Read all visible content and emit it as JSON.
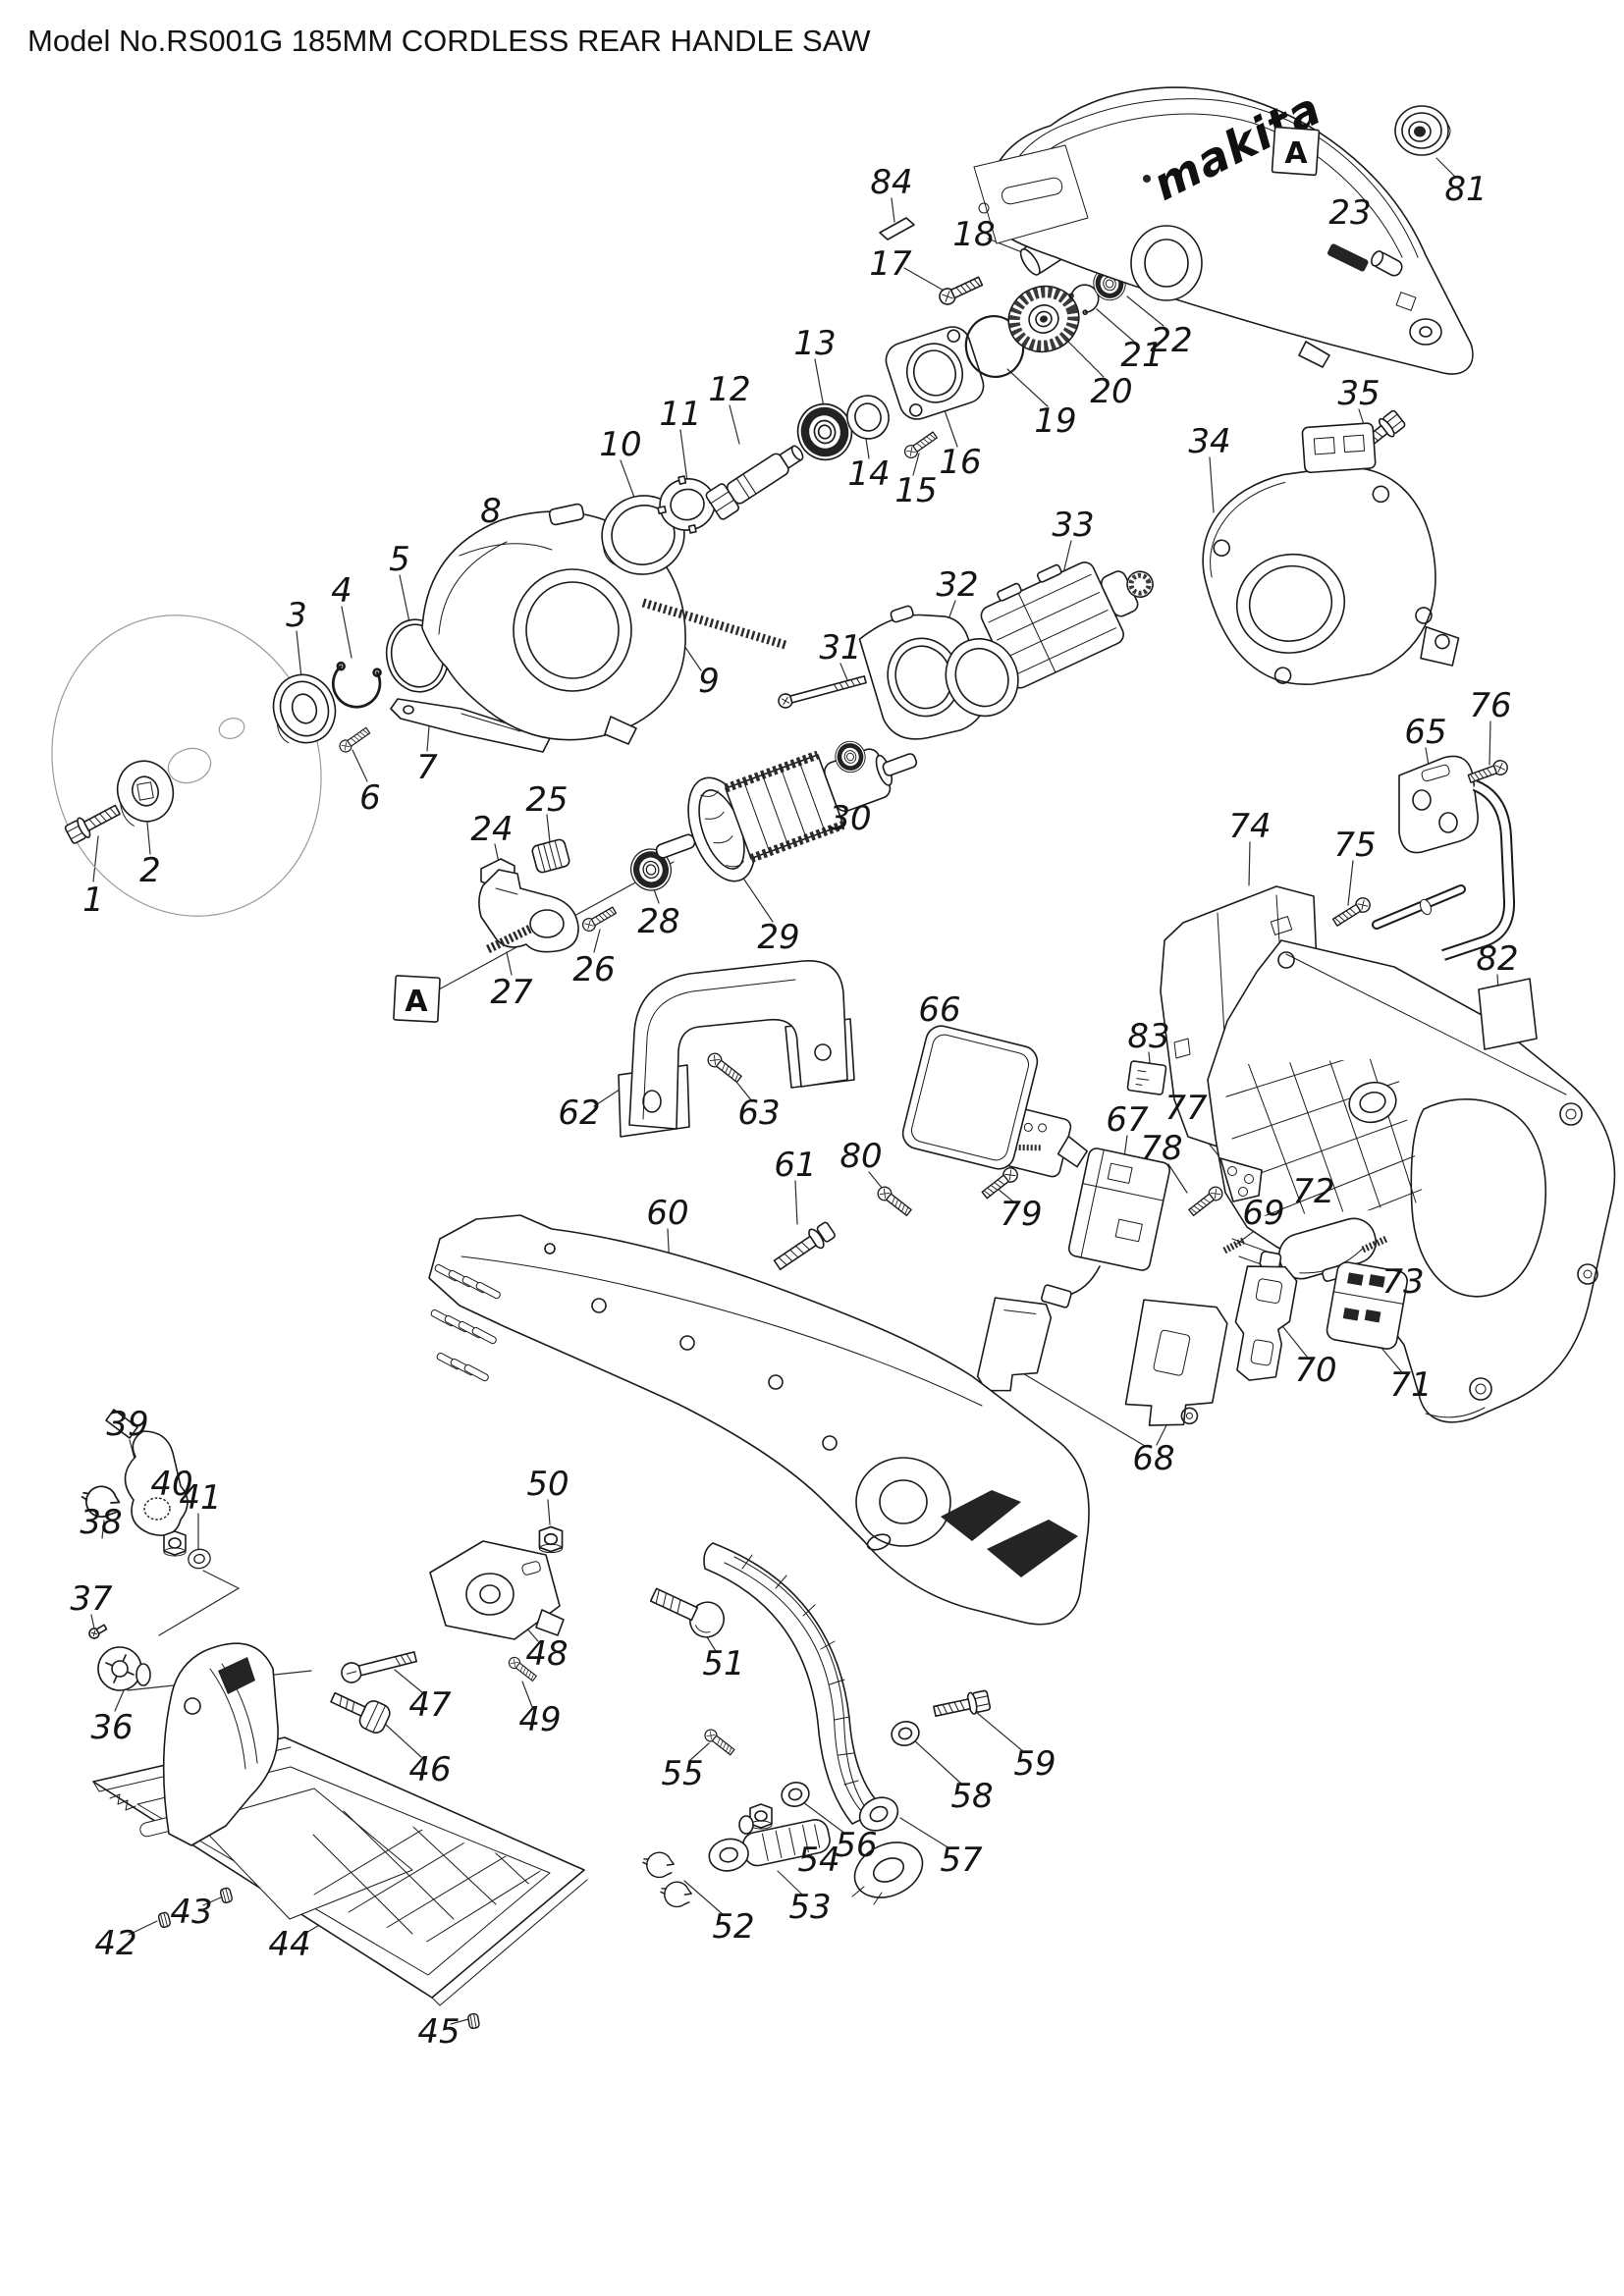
{
  "title": "Model No.RS001G 185MM CORDLESS REAR HANDLE SAW",
  "brand_logo": "makita",
  "detail_markers": {
    "a_top": "A",
    "a_mid": "A"
  },
  "part_labels": [
    {
      "n": "1"
    },
    {
      "n": "2"
    },
    {
      "n": "3"
    },
    {
      "n": "4"
    },
    {
      "n": "5"
    },
    {
      "n": "6"
    },
    {
      "n": "7"
    },
    {
      "n": "8"
    },
    {
      "n": "9"
    },
    {
      "n": "10"
    },
    {
      "n": "11"
    },
    {
      "n": "12"
    },
    {
      "n": "13"
    },
    {
      "n": "14"
    },
    {
      "n": "15"
    },
    {
      "n": "16"
    },
    {
      "n": "17"
    },
    {
      "n": "18"
    },
    {
      "n": "19"
    },
    {
      "n": "20"
    },
    {
      "n": "21"
    },
    {
      "n": "22"
    },
    {
      "n": "23"
    },
    {
      "n": "24"
    },
    {
      "n": "25"
    },
    {
      "n": "26"
    },
    {
      "n": "27"
    },
    {
      "n": "28"
    },
    {
      "n": "29"
    },
    {
      "n": "30"
    },
    {
      "n": "31"
    },
    {
      "n": "32"
    },
    {
      "n": "33"
    },
    {
      "n": "34"
    },
    {
      "n": "35"
    },
    {
      "n": "36"
    },
    {
      "n": "37"
    },
    {
      "n": "38"
    },
    {
      "n": "39"
    },
    {
      "n": "40"
    },
    {
      "n": "41"
    },
    {
      "n": "42"
    },
    {
      "n": "43"
    },
    {
      "n": "44"
    },
    {
      "n": "45"
    },
    {
      "n": "46"
    },
    {
      "n": "47"
    },
    {
      "n": "48"
    },
    {
      "n": "49"
    },
    {
      "n": "50"
    },
    {
      "n": "51"
    },
    {
      "n": "52"
    },
    {
      "n": "53"
    },
    {
      "n": "54"
    },
    {
      "n": "55"
    },
    {
      "n": "56"
    },
    {
      "n": "57"
    },
    {
      "n": "58"
    },
    {
      "n": "59"
    },
    {
      "n": "60"
    },
    {
      "n": "61"
    },
    {
      "n": "62"
    },
    {
      "n": "63"
    },
    {
      "n": "65"
    },
    {
      "n": "66"
    },
    {
      "n": "67"
    },
    {
      "n": "68"
    },
    {
      "n": "69"
    },
    {
      "n": "70"
    },
    {
      "n": "71"
    },
    {
      "n": "72"
    },
    {
      "n": "73"
    },
    {
      "n": "74"
    },
    {
      "n": "75"
    },
    {
      "n": "76"
    },
    {
      "n": "77"
    },
    {
      "n": "78"
    },
    {
      "n": "79"
    },
    {
      "n": "80"
    },
    {
      "n": "81"
    },
    {
      "n": "82"
    },
    {
      "n": "83"
    },
    {
      "n": "84"
    }
  ]
}
